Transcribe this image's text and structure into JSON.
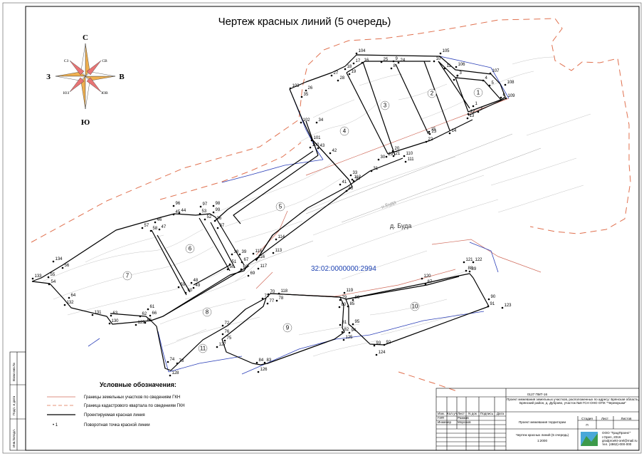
{
  "title": "Чертеж красных линий (5 очередь)",
  "compass": {
    "n": "С",
    "s": "Ю",
    "w": "З",
    "e": "В",
    "nw": "СЗ",
    "ne": "СВ",
    "sw": "ЮЗ",
    "se": "ЮВ"
  },
  "cadastral_number": "32:02:0000000:2994",
  "place_name": "д. Буда",
  "street_name": "н.Буда",
  "legend": {
    "title": "Условные обозначения:",
    "items": [
      {
        "label": "Границы земельных участков по сведениям ГКН",
        "style": "line",
        "color": "#d06a5a"
      },
      {
        "label": "Граница кадастрового квартала по сведениям ГКН",
        "style": "dash",
        "color": "#e0704e"
      },
      {
        "label": "Проектируемая красная линия",
        "style": "line",
        "color": "#000000"
      },
      {
        "label": "Поворотная точка красной линии",
        "style": "point",
        "marker": "• 1"
      }
    ]
  },
  "left_strip": [
    "Взам инв.№",
    "Подп. и дата",
    "Инв.№подл."
  ],
  "title_block": {
    "code": "0127 ПМТ-16",
    "description": "Проект межевания земельных участков, расположенных по адресу: Брянская область, Брянский район, д. Дуброво, участок №8 ГСН ОНО ОПХ \"Черемушки\"",
    "stage_heading": "Проект межевания территории",
    "stage_col": "Стадия",
    "sheet_col": "Лист",
    "sheets_col": "Листов",
    "stage_value": "П",
    "drawing_name": "Чертеж красных линий (5 очередь)",
    "scale": "1:2000",
    "company": "ООО \"ГрадПроект\"",
    "company_city": "г.Орел, 2016",
    "company_mail": "gradproekt-orel@mail.ru",
    "company_phone": "тел. (4862)-000-000",
    "cols": [
      "Изм.",
      "Кол.уч",
      "Лист",
      "N док",
      "Подпись",
      "Дата"
    ],
    "roles": [
      {
        "role": "ГИП",
        "name": "Рамков"
      },
      {
        "role": "Инженер",
        "name": "Морозов"
      }
    ]
  },
  "colors": {
    "red_line": "#000000",
    "parcel": "#d06a5a",
    "quarter": "#e0704e",
    "blue_line": "#2b3fb8",
    "contour": "#9a9a9a"
  },
  "parcels": [
    "1",
    "2",
    "3",
    "4",
    "5",
    "6",
    "7",
    "8",
    "9",
    "10",
    "11"
  ],
  "points": [
    "1",
    "2",
    "3",
    "4",
    "5",
    "6",
    "7",
    "8",
    "9",
    "10",
    "11",
    "12",
    "13",
    "14",
    "15",
    "16",
    "17",
    "18",
    "19",
    "20",
    "21",
    "22",
    "23",
    "24",
    "25",
    "26",
    "27",
    "28",
    "29",
    "30",
    "31",
    "32",
    "33",
    "34",
    "35",
    "36",
    "37",
    "38",
    "39",
    "40",
    "41",
    "42",
    "43",
    "44",
    "45",
    "46",
    "47",
    "48",
    "49",
    "50",
    "51",
    "52",
    "53",
    "54",
    "55",
    "56",
    "57",
    "58",
    "59",
    "60",
    "61",
    "62",
    "63",
    "64",
    "65",
    "66",
    "67",
    "68",
    "69",
    "70",
    "71",
    "72",
    "73",
    "74",
    "75",
    "76",
    "77",
    "78",
    "79",
    "80",
    "81",
    "82",
    "83",
    "84",
    "85",
    "86",
    "87",
    "88",
    "89",
    "90",
    "91",
    "92",
    "93",
    "94",
    "95",
    "96",
    "97",
    "98",
    "99",
    "100",
    "101",
    "102",
    "103",
    "104",
    "105",
    "106",
    "107",
    "108",
    "109",
    "110",
    "111",
    "112",
    "113",
    "114",
    "115",
    "116",
    "117",
    "118",
    "119",
    "120",
    "121",
    "122",
    "123",
    "124",
    "125",
    "126",
    "127",
    "128",
    "129",
    "130",
    "131",
    "132",
    "133",
    "134"
  ]
}
